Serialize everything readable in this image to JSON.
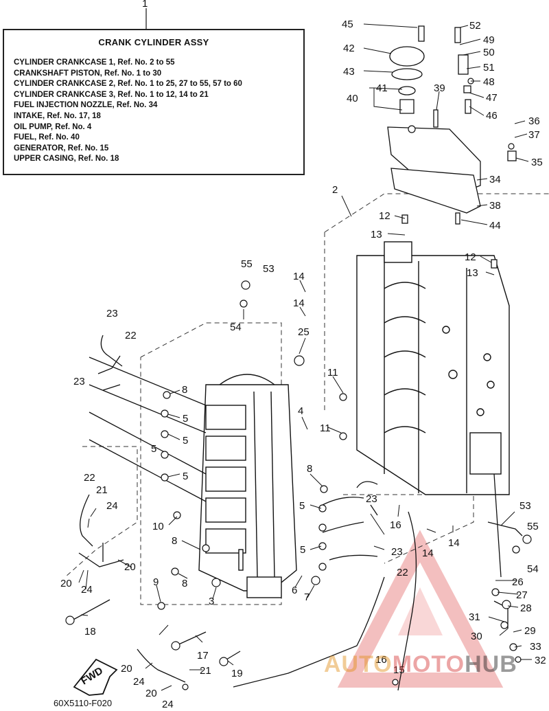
{
  "header": {
    "ref_number": "1"
  },
  "legend": {
    "title": "CRANK CYLINDER ASSY",
    "lines": [
      "CYLINDER CRANKCASE 1, Ref. No. 2 to 55",
      "CRANKSHAFT PISTON,  Ref. No. 1 to 30",
      "CYLINDER CRANKCASE 2, Ref. No. 1 to 25, 27 to 55, 57 to 60",
      "CYLINDER CRANKCASE 3, Ref. No. 1 to 12, 14 to 21",
      "FUEL INJECTION NOZZLE, Ref. No. 34",
      "INTAKE,  Ref. No. 17, 18",
      "OIL PUMP,  Ref. No. 4",
      "FUEL,  Ref. No. 40",
      "GENERATOR,  Ref. No. 15",
      "UPPER CASING,  Ref. No. 18"
    ]
  },
  "callouts": [
    {
      "text": "45"
    },
    {
      "text": "52"
    },
    {
      "text": "49"
    },
    {
      "text": "42"
    },
    {
      "text": "50"
    },
    {
      "text": "43"
    },
    {
      "text": "51"
    },
    {
      "text": "41"
    },
    {
      "text": "48"
    },
    {
      "text": "40"
    },
    {
      "text": "39"
    },
    {
      "text": "47"
    },
    {
      "text": "46"
    },
    {
      "text": "36"
    },
    {
      "text": "37"
    },
    {
      "text": "35"
    },
    {
      "text": "34"
    },
    {
      "text": "2"
    },
    {
      "text": "38"
    },
    {
      "text": "12"
    },
    {
      "text": "44"
    },
    {
      "text": "13"
    },
    {
      "text": "12"
    },
    {
      "text": "55"
    },
    {
      "text": "53"
    },
    {
      "text": "13"
    },
    {
      "text": "14"
    },
    {
      "text": "14"
    },
    {
      "text": "54"
    },
    {
      "text": "23"
    },
    {
      "text": "25"
    },
    {
      "text": "22"
    },
    {
      "text": "11"
    },
    {
      "text": "23"
    },
    {
      "text": "8"
    },
    {
      "text": "5"
    },
    {
      "text": "4"
    },
    {
      "text": "5"
    },
    {
      "text": "11"
    },
    {
      "text": "5"
    },
    {
      "text": "5"
    },
    {
      "text": "22"
    },
    {
      "text": "8"
    },
    {
      "text": "21"
    },
    {
      "text": "23"
    },
    {
      "text": "24"
    },
    {
      "text": "5"
    },
    {
      "text": "53"
    },
    {
      "text": "10"
    },
    {
      "text": "16"
    },
    {
      "text": "55"
    },
    {
      "text": "5"
    },
    {
      "text": "14"
    },
    {
      "text": "14"
    },
    {
      "text": "8"
    },
    {
      "text": "23"
    },
    {
      "text": "20"
    },
    {
      "text": "54"
    },
    {
      "text": "20"
    },
    {
      "text": "22"
    },
    {
      "text": "24"
    },
    {
      "text": "8"
    },
    {
      "text": "9"
    },
    {
      "text": "6"
    },
    {
      "text": "26"
    },
    {
      "text": "7"
    },
    {
      "text": "27"
    },
    {
      "text": "3"
    },
    {
      "text": "28"
    },
    {
      "text": "18"
    },
    {
      "text": "31"
    },
    {
      "text": "29"
    },
    {
      "text": "30"
    },
    {
      "text": "17"
    },
    {
      "text": "33"
    },
    {
      "text": "20"
    },
    {
      "text": "19"
    },
    {
      "text": "16"
    },
    {
      "text": "32"
    },
    {
      "text": "21"
    },
    {
      "text": "15"
    },
    {
      "text": "24"
    },
    {
      "text": "20"
    },
    {
      "text": "24"
    }
  ],
  "fwd_label": "FWD",
  "drawing_code": "60X5110-F020",
  "watermark": {
    "part1": "AUTO",
    "part2": "MOTO",
    "part3": "HUB",
    "color_orange": "#e2901a",
    "color_red": "#d73a3a",
    "color_dark": "#222222"
  },
  "colors": {
    "line": "#111111",
    "watermark_triangle": "#e88080"
  }
}
